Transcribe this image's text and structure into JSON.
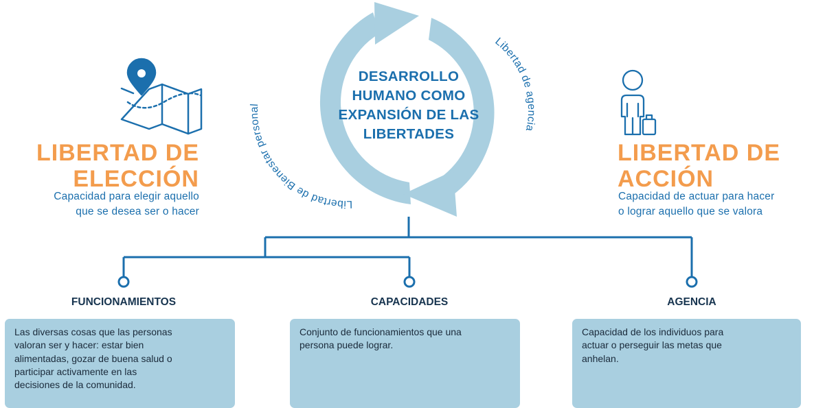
{
  "center": {
    "lines": [
      "DESARROLLO",
      "HUMANO COMO",
      "EXPANSIÓN DE LAS",
      "LIBERTADES"
    ],
    "arc_left_label": "Libertad de Bienestar personal",
    "arc_right_label": "Libertad de agencia"
  },
  "left": {
    "icon": "map-pin-icon",
    "title_line1": "LIBERTAD DE",
    "title_line2": "ELECCIÓN",
    "desc_line1": "Capacidad para elegir aquello",
    "desc_line2": "que se desea ser o hacer"
  },
  "right": {
    "icon": "traveler-luggage-icon",
    "title_line1": "LIBERTAD DE",
    "title_line2": "ACCIÓN",
    "desc_line1": "Capacidad de actuar para hacer",
    "desc_line2": "o lograr aquello que se valora"
  },
  "branches": [
    {
      "heading": "FUNCIONAMIENTOS",
      "lines": [
        "Las diversas cosas que las personas",
        "valoran ser y hacer: estar bien",
        "alimentadas, gozar de buena salud o",
        "participar activamente en las",
        "decisiones de la comunidad."
      ]
    },
    {
      "heading": "CAPACIDADES",
      "lines": [
        "Conjunto de funcionamientos que una",
        "persona puede lograr."
      ]
    },
    {
      "heading": "AGENCIA",
      "lines": [
        "Capacidad de los individuos para",
        "actuar o perseguir las metas que",
        "anhelan."
      ]
    }
  ],
  "colors": {
    "primary_blue": "#1b6fad",
    "orange": "#f39c4d",
    "arrow_light_blue": "#a9cfe0",
    "box_fill": "#a9cfe0",
    "heading_dark": "#17344f"
  }
}
